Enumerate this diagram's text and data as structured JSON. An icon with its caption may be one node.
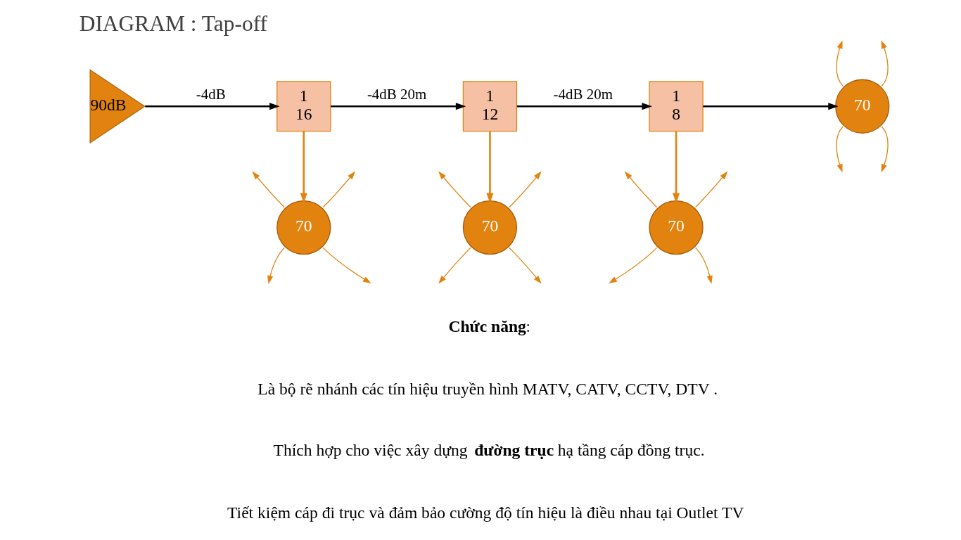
{
  "diagram": {
    "title": "DIAGRAM : Tap-off",
    "nodes": [
      {
        "text": [
          "90dB"
        ]
      },
      {
        "text": [
          "1",
          "16"
        ]
      },
      {
        "text": [
          "1",
          "12"
        ]
      },
      {
        "text": [
          "1",
          "8"
        ]
      },
      {
        "text": [
          "70"
        ]
      },
      {
        "text": [
          "70"
        ]
      },
      {
        "text": [
          "70"
        ]
      },
      {
        "text": [
          "70"
        ]
      }
    ],
    "edges": [
      {
        "from": 0,
        "to": 1,
        "arrow": "to",
        "label": "-4dB",
        "color": "#000000"
      },
      {
        "from": 1,
        "to": 2,
        "arrow": "to",
        "label": "-4dB 20m",
        "color": "#000000"
      },
      {
        "from": 2,
        "to": 3,
        "arrow": "to",
        "label": "-4dB 20m",
        "color": "#000000"
      },
      {
        "from": 3,
        "to": 4,
        "arrow": "to",
        "color": "#000000"
      },
      {
        "from": 1,
        "to": 5,
        "arrow": "to"
      },
      {
        "from": 2,
        "to": 6,
        "arrow": "to"
      },
      {
        "from": 3,
        "to": 7,
        "arrow": "to"
      },
      {
        "from": 4,
        "to": null,
        "arrow": "to"
      },
      {
        "from": 4,
        "to": null,
        "arrow": "to"
      },
      {
        "from": 4,
        "to": null,
        "arrow": "to"
      },
      {
        "from": 4,
        "to": null,
        "arrow": "to"
      },
      {
        "from": 5,
        "to": null,
        "arrow": "to"
      },
      {
        "from": 5,
        "to": null,
        "arrow": "to"
      },
      {
        "from": 5,
        "to": null,
        "arrow": "to"
      },
      {
        "from": 5,
        "to": null,
        "arrow": "to"
      },
      {
        "from": 6,
        "to": null,
        "arrow": "to"
      },
      {
        "from": 6,
        "to": null,
        "arrow": "to"
      },
      {
        "from": 6,
        "to": null,
        "arrow": "to"
      },
      {
        "from": 6,
        "to": null,
        "arrow": "to"
      },
      {
        "from": 7,
        "to": null,
        "arrow": "to"
      },
      {
        "from": 7,
        "to": null,
        "arrow": "to"
      },
      {
        "from": 7,
        "to": null,
        "arrow": "to"
      },
      {
        "from": 7,
        "to": null,
        "arrow": "to"
      }
    ],
    "labels": [
      "**Chức năng**:",
      "Là bộ rẽ nhánh các tín hiệu truyền hình MATV, CATV, CCTV, DTV .",
      "Thích hợp cho việc xây dựng **đường trục** hạ tầng cáp đồng trục.",
      "Tiết kiệm cáp đi trục và đảm bảo cường độ tín hiệu là điều nhau tại Outlet TV"
    ]
  }
}
